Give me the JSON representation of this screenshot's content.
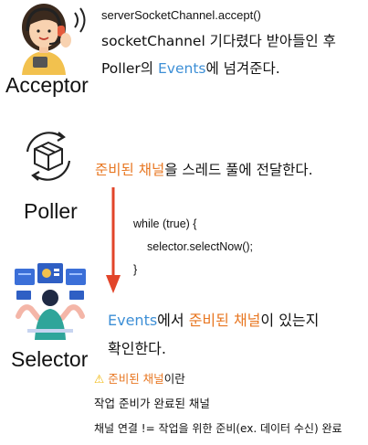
{
  "acceptor": {
    "label": "Acceptor",
    "call": "serverSocketChannel.accept()",
    "desc_line1": "socketChannel 기다렸다 받아들인 후",
    "desc_line2_pre": "Poller의 ",
    "desc_line2_hl": "Events",
    "desc_line2_post": "에 넘겨준다."
  },
  "poller": {
    "label": "Poller",
    "desc_hl": "준비된 채널",
    "desc_post": "을 스레드 풀에 전달한다."
  },
  "code": {
    "line1": "while (true) {",
    "line2": "selector.selectNow();",
    "line3": "}"
  },
  "selector": {
    "label": "Selector",
    "desc_hl1": "Events",
    "desc_mid": "에서 ",
    "desc_hl2": "준비된 채널",
    "desc_post": "이 있는지",
    "desc_line2": "확인한다."
  },
  "note": {
    "warning_icon": "⚠",
    "title_hl": "준비된 채널",
    "title_post": "이란",
    "line1": "작업 준비가 완료된 채널",
    "line2": "채널 연결 != 작업을 위한 준비(ex. 데이터 수신) 완료"
  },
  "colors": {
    "orange": "#e87722",
    "blue": "#3d8fd6",
    "red": "#e0433a",
    "arrow": "#e2452a"
  },
  "icons": [
    "acceptor-avatar-icon",
    "box-cycle-icon",
    "dashboard-worker-icon",
    "arrow-down-icon",
    "warning-icon"
  ]
}
